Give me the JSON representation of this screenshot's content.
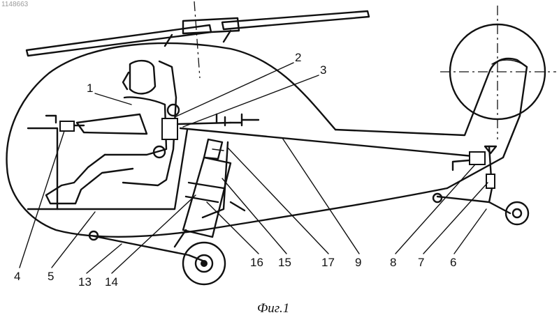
{
  "document_id": "1148663",
  "caption": "Фиг.1",
  "callouts": [
    {
      "key": "n1",
      "label": "1"
    },
    {
      "key": "n2",
      "label": "2"
    },
    {
      "key": "n3",
      "label": "3"
    },
    {
      "key": "n4",
      "label": "4"
    },
    {
      "key": "n5",
      "label": "5"
    },
    {
      "key": "n6",
      "label": "6"
    },
    {
      "key": "n7",
      "label": "7"
    },
    {
      "key": "n8",
      "label": "8"
    },
    {
      "key": "n9",
      "label": "9"
    },
    {
      "key": "n13",
      "label": "13"
    },
    {
      "key": "n14",
      "label": "14"
    },
    {
      "key": "n15",
      "label": "15"
    },
    {
      "key": "n16",
      "label": "16"
    },
    {
      "key": "n17",
      "label": "17"
    }
  ]
}
